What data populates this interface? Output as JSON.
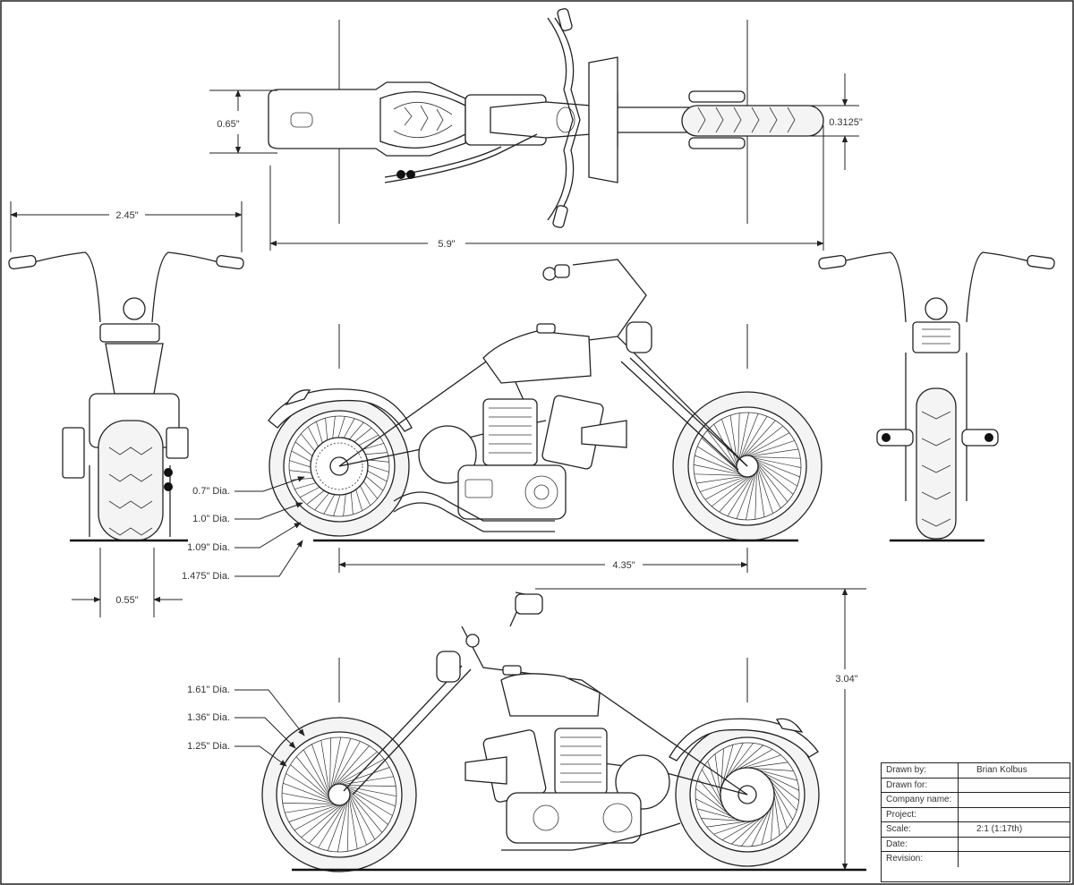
{
  "dimensions": {
    "top_length": "5.9\"",
    "top_left_height": "0.65\"",
    "top_right_height": "0.3125\"",
    "front_width": "2.45\"",
    "front_tire_width": "0.55\"",
    "wheelbase": "4.35\"",
    "overall_height": "3.04\""
  },
  "callouts": {
    "rear": [
      "0.7\" Dia.",
      "1.0\" Dia.",
      "1.09\" Dia.",
      "1.475\" Dia."
    ],
    "front": [
      "1.61\" Dia.",
      "1.36\" Dia.",
      "1.25\" Dia."
    ]
  },
  "title_block": [
    {
      "label": "Drawn by:",
      "value": "Brian Kolbus"
    },
    {
      "label": "Drawn for:",
      "value": ""
    },
    {
      "label": "Company name:",
      "value": ""
    },
    {
      "label": "Project:",
      "value": ""
    },
    {
      "label": "Scale:",
      "value": "2:1  (1:17th)"
    },
    {
      "label": "Date:",
      "value": ""
    },
    {
      "label": "Revision:",
      "value": ""
    }
  ],
  "colors": {
    "line": "#222222",
    "background": "#ffffff",
    "tire_fill": "#f4f4f4"
  }
}
